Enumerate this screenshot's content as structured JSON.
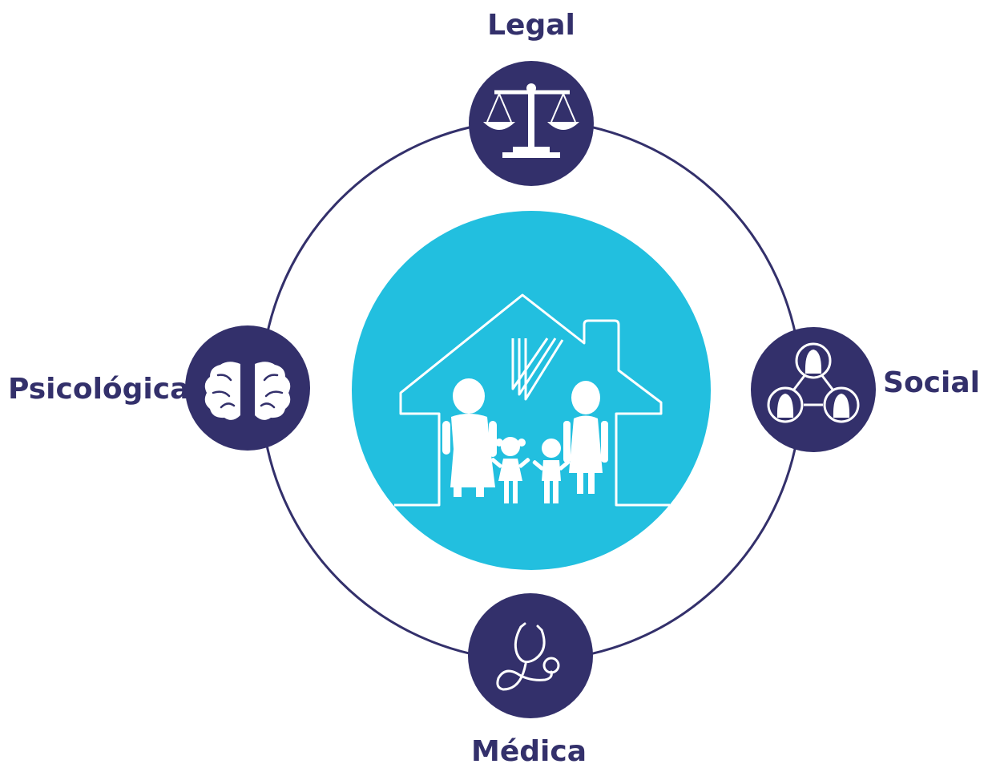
{
  "colors": {
    "navy": "#33306b",
    "cyan": "#22bfdf",
    "white": "#ffffff"
  },
  "nodes": {
    "legal": {
      "label": "Legal",
      "icon": "scales-of-justice-icon"
    },
    "social": {
      "label": "Social",
      "icon": "social-network-people-icon"
    },
    "medica": {
      "label": "Médica",
      "icon": "stethoscope-icon"
    },
    "psico": {
      "label": "Psicológica",
      "icon": "brain-icon"
    }
  },
  "center": {
    "icon": "family-house-icon"
  }
}
